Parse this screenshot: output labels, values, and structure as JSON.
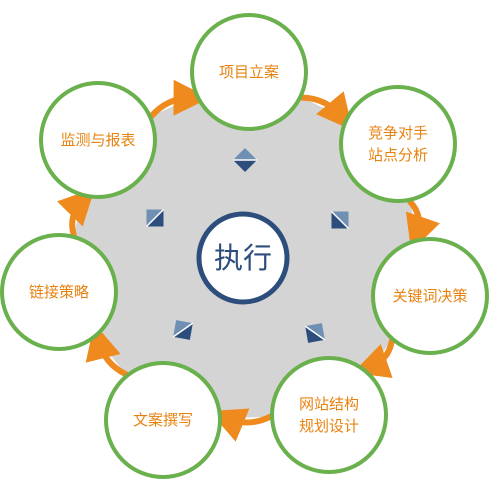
{
  "diagram": {
    "center": {
      "label": "执行"
    },
    "nodes": [
      {
        "lines": [
          "项目立案"
        ]
      },
      {
        "lines": [
          "竞争对手",
          "站点分析"
        ]
      },
      {
        "lines": [
          "关键词决策"
        ]
      },
      {
        "lines": [
          "网站结构",
          "规划设计"
        ]
      },
      {
        "lines": [
          "文案撰写"
        ]
      },
      {
        "lines": [
          "链接策略"
        ]
      },
      {
        "lines": [
          "监测与报表"
        ]
      }
    ]
  },
  "colors": {
    "node_border": "#6ab04c",
    "node_fill": "#ffffff",
    "arrow": "#ee8a1e",
    "label_text": "#e8820f",
    "background_shape": "#d4d4d4",
    "center_ring": "#2d4e7c",
    "center_text": "#2d4e7c",
    "diamond_dark": "#2d4e7c",
    "diamond_light": "#6f8fb3"
  }
}
